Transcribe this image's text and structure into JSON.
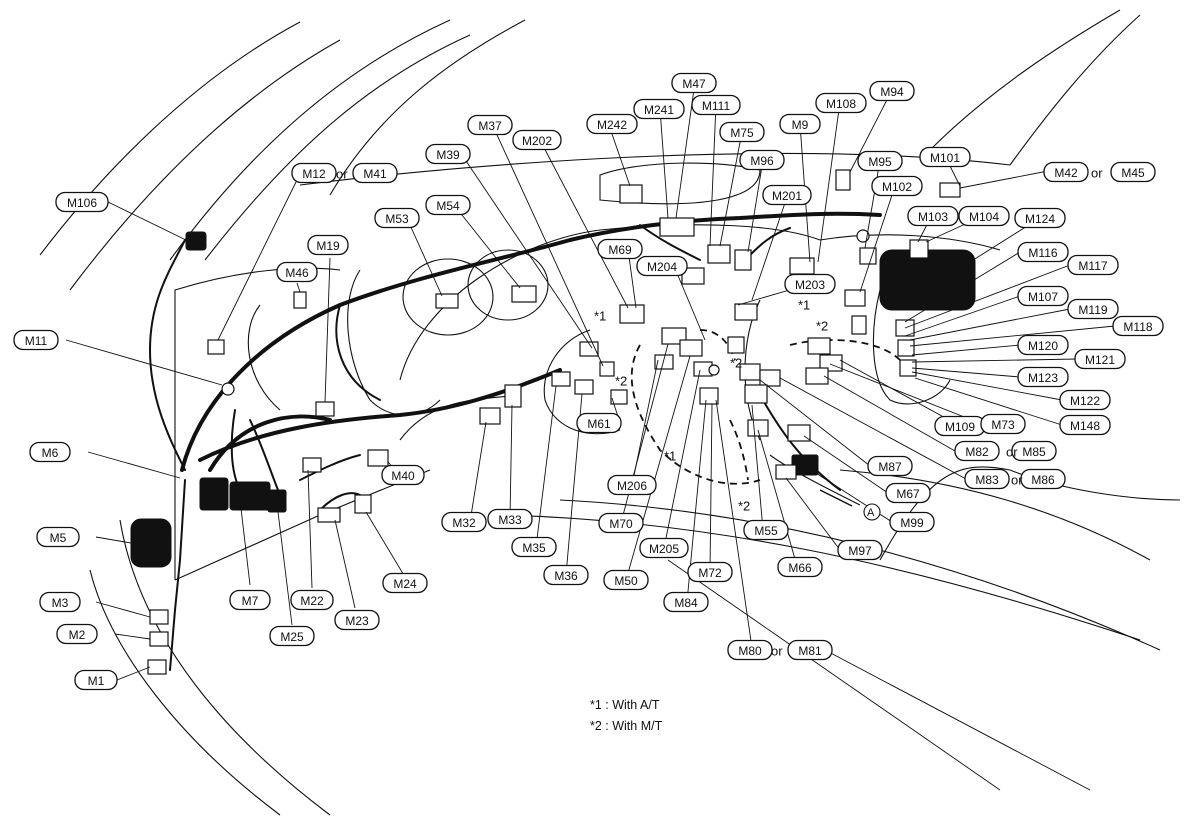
{
  "labels": {
    "M1": "M1",
    "M2": "M2",
    "M3": "M3",
    "M5": "M5",
    "M6": "M6",
    "M7": "M7",
    "M11": "M11",
    "M12": "M12",
    "M19": "M19",
    "M22": "M22",
    "M23": "M23",
    "M24": "M24",
    "M25": "M25",
    "M32": "M32",
    "M33": "M33",
    "M35": "M35",
    "M36": "M36",
    "M37": "M37",
    "M39": "M39",
    "M40": "M40",
    "M41": "M41",
    "M42": "M42",
    "M45": "M45",
    "M46": "M46",
    "M47": "M47",
    "M50": "M50",
    "M53": "M53",
    "M54": "M54",
    "M55": "M55",
    "M61": "M61",
    "M66": "M66",
    "M67": "M67",
    "M69": "M69",
    "M70": "M70",
    "M72": "M72",
    "M73": "M73",
    "M75": "M75",
    "M80": "M80",
    "M81": "M81",
    "M82": "M82",
    "M83": "M83",
    "M84": "M84",
    "M85": "M85",
    "M86": "M86",
    "M87": "M87",
    "M94": "M94",
    "M95": "M95",
    "M96": "M96",
    "M97": "M97",
    "M99": "M99",
    "M101": "M101",
    "M102": "M102",
    "M103": "M103",
    "M104": "M104",
    "M106": "M106",
    "M107": "M107",
    "M108": "M108",
    "M109": "M109",
    "M111": "M111",
    "M116": "M116",
    "M117": "M117",
    "M118": "M118",
    "M119": "M119",
    "M120": "M120",
    "M121": "M121",
    "M122": "M122",
    "M123": "M123",
    "M124": "M124",
    "M148": "M148",
    "M201": "M201",
    "M202": "M202",
    "M203": "M203",
    "M204": "M204",
    "M205": "M205",
    "M206": "M206",
    "M241": "M241",
    "M242": "M242",
    "M9": "M9"
  },
  "or_word": "or",
  "mark_1": "*1",
  "mark_2": "*2",
  "mark_A": "A",
  "notes": [
    "*1 : With A/T",
    "*2 : With M/T"
  ]
}
